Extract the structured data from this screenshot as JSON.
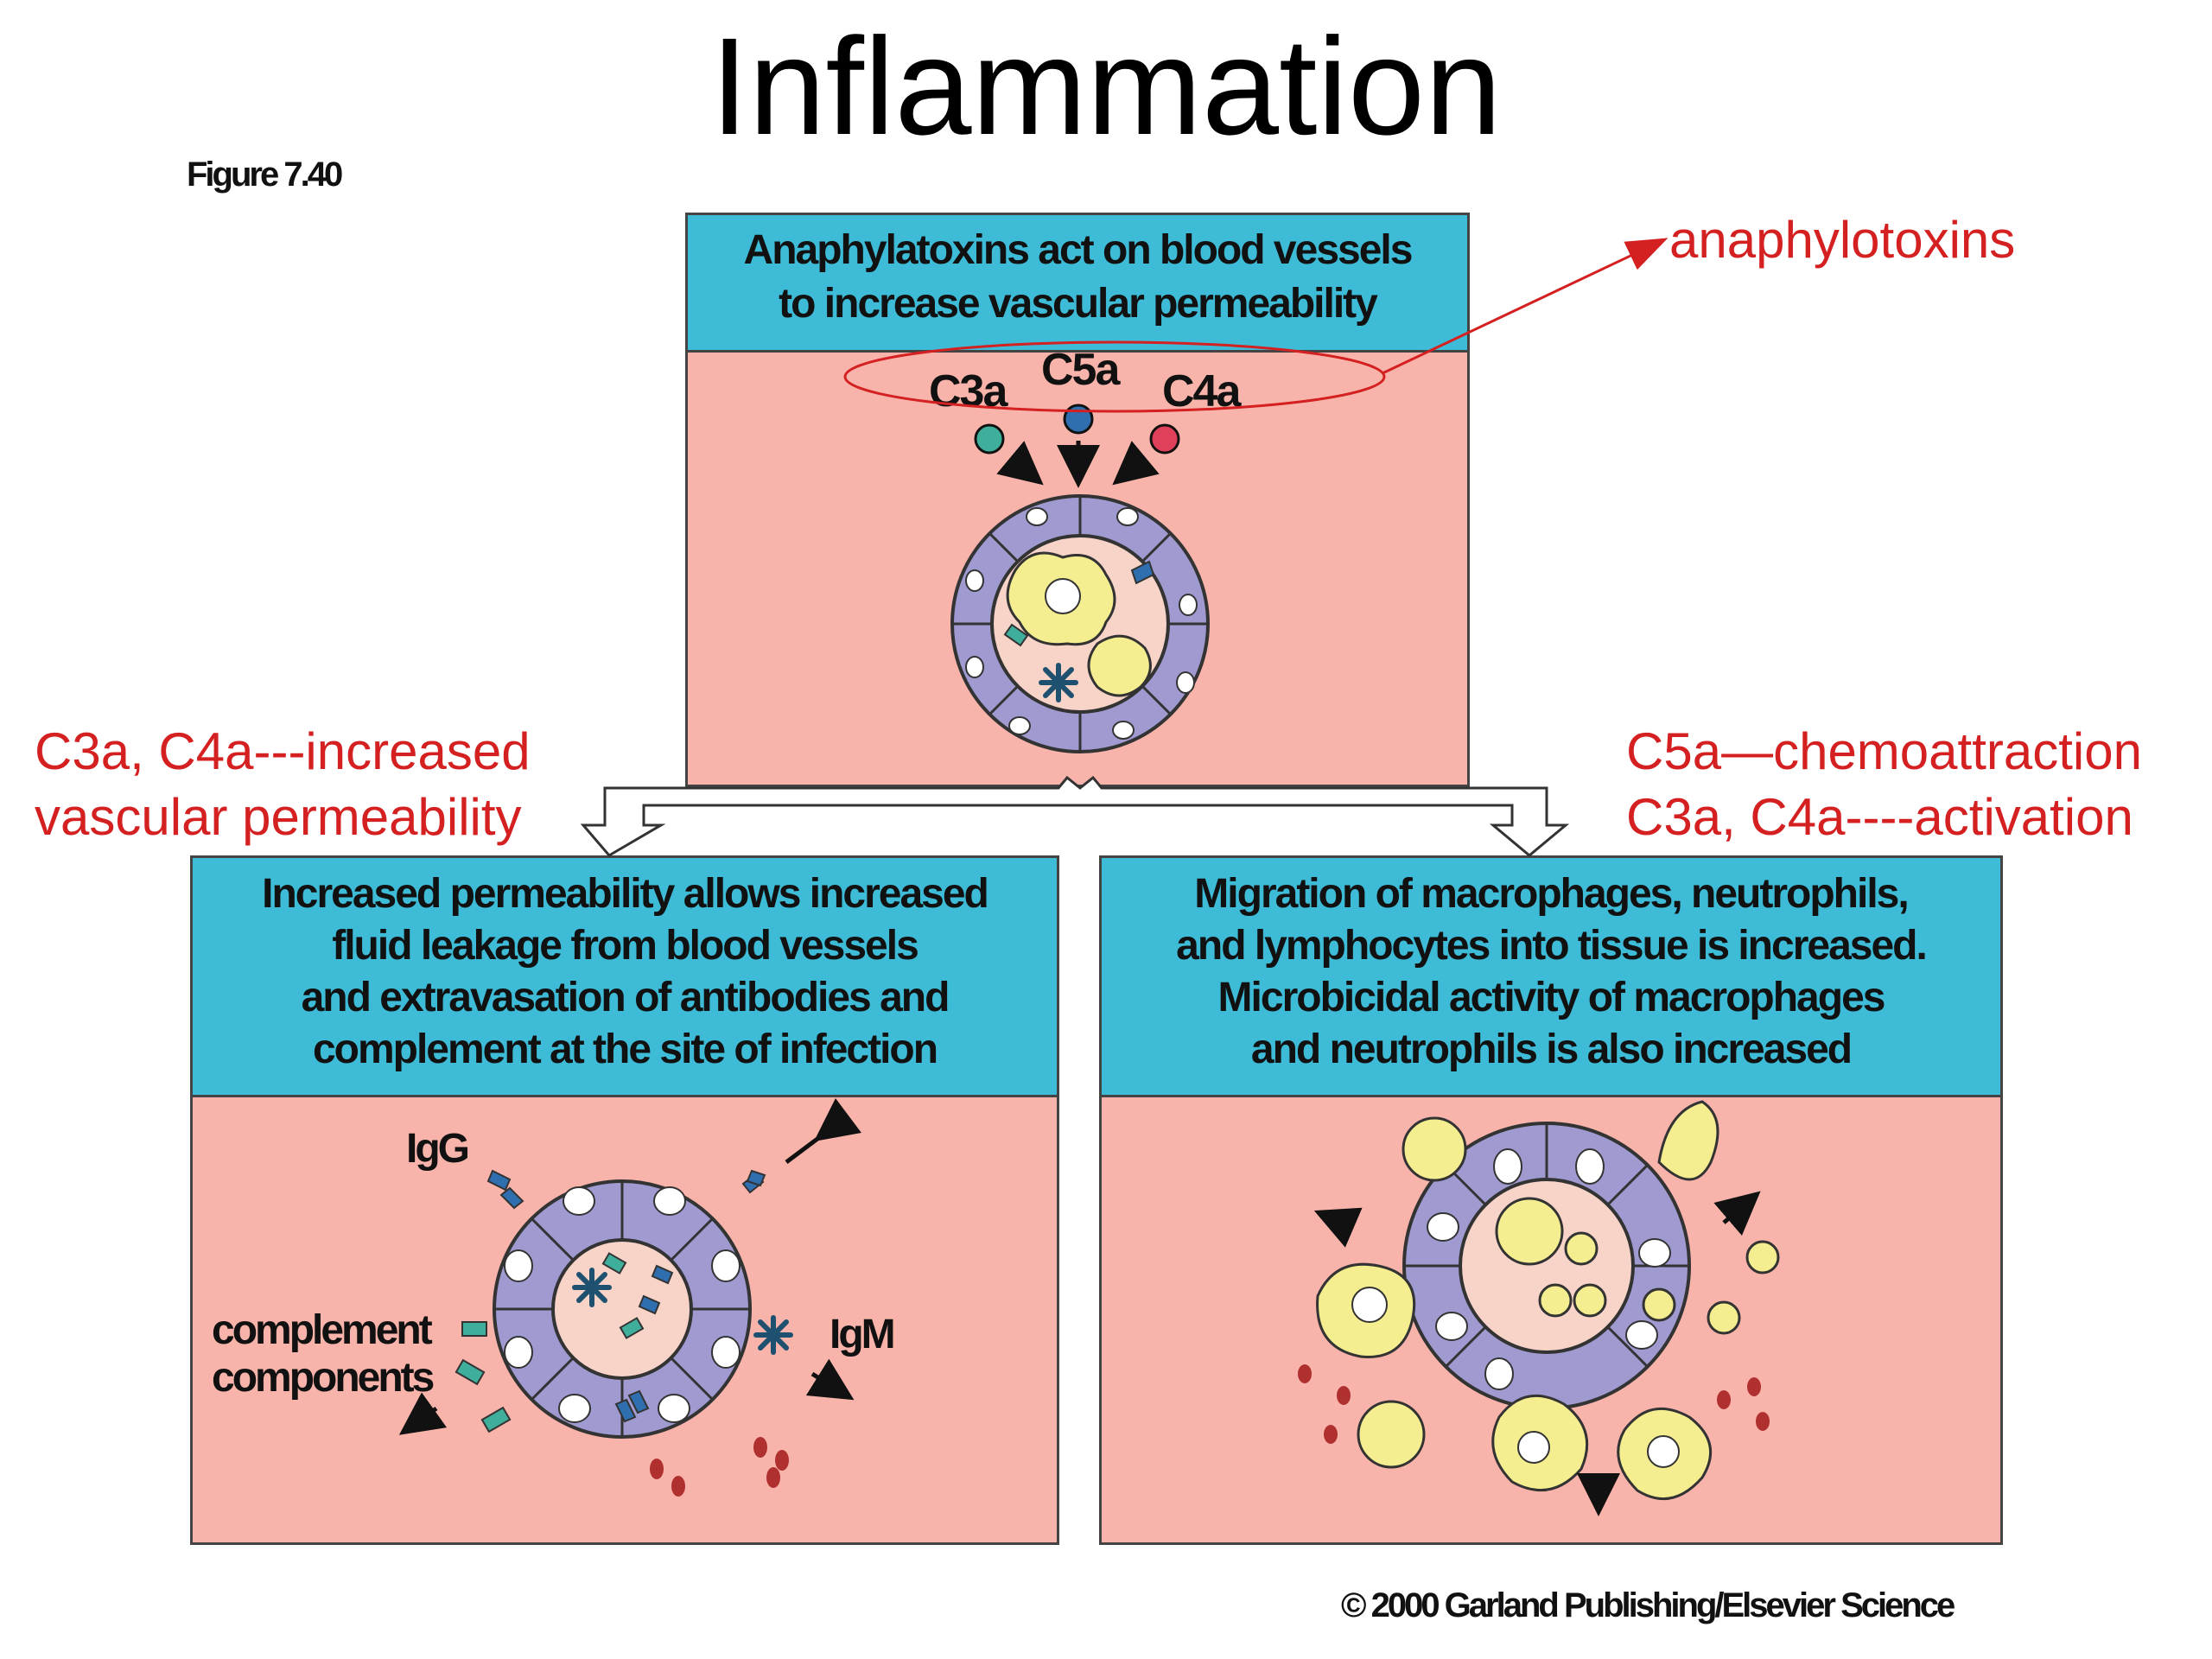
{
  "title": "Inflammation",
  "figure_label": "Figure 7.40",
  "copyright": "© 2000 Garland Publishing/Elsevier Science",
  "colors": {
    "header_bg": "#3ebbd6",
    "panel_bg": "#f8b4ab",
    "annotation_red": "#d42020",
    "endothelium": "#9f9ad0",
    "cell_yellow": "#f5ee90",
    "c3a": "#3fae9a",
    "c5a": "#2f6fb0",
    "c4a": "#e0405a"
  },
  "panels": {
    "top": {
      "line1": "Anaphylatoxins act on blood vessels",
      "line2": "to increase vascular permeability",
      "molecules": {
        "c3a": "C3a",
        "c5a": "C5a",
        "c4a": "C4a"
      }
    },
    "left": {
      "line1": "Increased permeability allows increased",
      "line2": "fluid leakage from blood vessels",
      "line3": "and extravasation of antibodies and",
      "line4": "complement at the site of infection",
      "igg": "IgG",
      "igm": "IgM",
      "complement_line1": "complement",
      "complement_line2": "components"
    },
    "right": {
      "line1": "Migration of macrophages, neutrophils,",
      "line2": "and lymphocytes into tissue is increased.",
      "line3": "Microbicidal activity of macrophages",
      "line4": "and neutrophils is also increased"
    }
  },
  "annotations": {
    "top_right": "anaphylotoxins",
    "left_line1": "C3a, C4a---increased",
    "left_line2": "vascular permeability",
    "right_line1": "C5a—chemoattraction",
    "right_line2": "C3a, C4a----activation"
  }
}
